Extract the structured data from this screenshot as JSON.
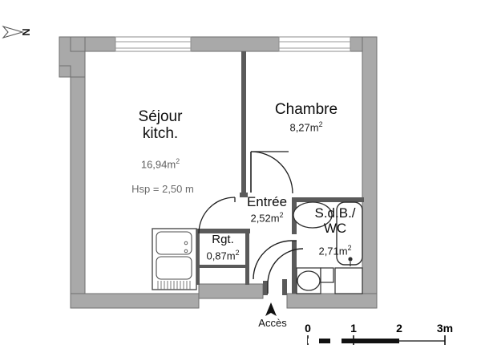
{
  "document": {
    "type": "apartment-floor-plan",
    "background_color": "#ffffff",
    "wall_color": "#a9a9a9",
    "wall_outline_color": "#6e6e6e",
    "fixture_line_color": "#4d4d4d",
    "text_color": "#0d0d0d"
  },
  "compass": {
    "label": "N",
    "icon": "north-arrow-icon",
    "direction": "right"
  },
  "rooms": [
    {
      "id": "sejour-kitch",
      "name_line1": "Séjour",
      "name_line2": "kitch.",
      "area": "16,94m",
      "area_sup": "2",
      "hsp": "Hsp = 2,50 m"
    },
    {
      "id": "chambre",
      "name_line1": "Chambre",
      "name_line2": "",
      "area": "8,27m",
      "area_sup": "2",
      "hsp": ""
    },
    {
      "id": "entree",
      "name_line1": "Entrée",
      "name_line2": "",
      "area": "2,52m",
      "area_sup": "2",
      "hsp": ""
    },
    {
      "id": "sdb-wc",
      "name_line1": "S.d.B./",
      "name_line2": "WC",
      "area": "2,71m",
      "area_sup": "2",
      "hsp": ""
    },
    {
      "id": "rgt",
      "name_line1": "Rgt.",
      "name_line2": "",
      "area": "0,87m",
      "area_sup": "2",
      "hsp": ""
    }
  ],
  "access": {
    "label": "Accès",
    "icon": "up-arrow-icon"
  },
  "scale_bar": {
    "ticks": [
      "0",
      "1",
      "2",
      "3m"
    ],
    "unit": "m",
    "segments": 3
  },
  "fixtures": [
    {
      "name": "kitchen-double-sink",
      "room": "sejour-kitch"
    },
    {
      "name": "bathtub",
      "room": "sdb-wc"
    },
    {
      "name": "toilet",
      "room": "sdb-wc"
    },
    {
      "name": "washbasin",
      "room": "sdb-wc"
    }
  ],
  "openings": [
    {
      "name": "window-sejour",
      "type": "window"
    },
    {
      "name": "window-chambre",
      "type": "window"
    },
    {
      "name": "door-chambre",
      "type": "swing-door"
    },
    {
      "name": "door-sejour",
      "type": "swing-door"
    },
    {
      "name": "door-sdb",
      "type": "swing-door"
    },
    {
      "name": "door-entrance",
      "type": "swing-door"
    }
  ]
}
